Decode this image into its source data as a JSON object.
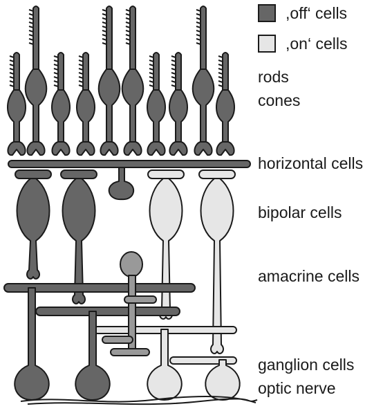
{
  "legend": {
    "off_label": ",off‘ cells",
    "on_label": ",on‘ cells"
  },
  "labels": {
    "rods": "rods",
    "cones": "cones",
    "horizontal": "horizontal cells",
    "bipolar": "bipolar cells",
    "amacrine": "amacrine cells",
    "ganglion": "ganglion cells",
    "optic_nerve": "optic nerve"
  },
  "colors": {
    "off_cell": "#666666",
    "on_cell": "#e6e6e6",
    "amacrine": "#999999",
    "outline": "#1a1a1a",
    "background": "#ffffff"
  }
}
